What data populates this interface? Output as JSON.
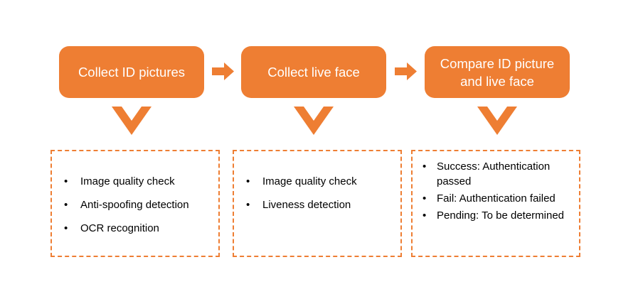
{
  "colors": {
    "accent": "#ee7e33",
    "step_text": "#ffffff",
    "detail_text": "#000000",
    "background": "#ffffff"
  },
  "steps": [
    {
      "label": "Collect ID pictures",
      "details": [
        "Image quality check",
        "Anti-spoofing detection",
        "OCR recognition"
      ]
    },
    {
      "label": "Collect live face",
      "details": [
        "Image quality check",
        "Liveness detection"
      ]
    },
    {
      "label": "Compare ID picture and live face",
      "details": [
        "Success: Authentication passed",
        "Fail: Authentication failed",
        "Pending: To be determined"
      ]
    }
  ],
  "icons": {
    "between_steps": "right-arrow-icon",
    "step_to_details": "chevron-down-icon"
  }
}
